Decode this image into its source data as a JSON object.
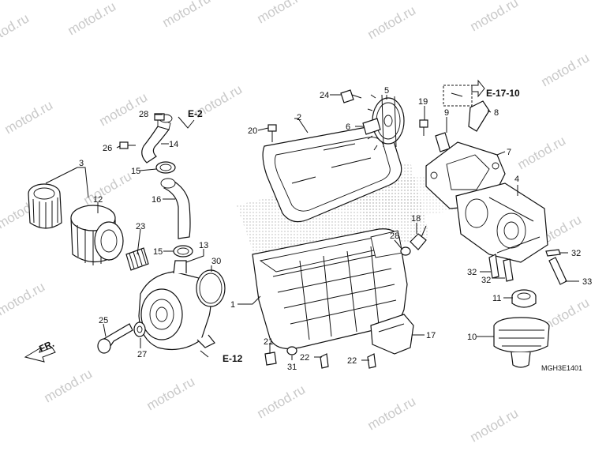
{
  "watermark": "motod.ru",
  "diagram_code": "MGH3E1401",
  "direction": "FR.",
  "refs": {
    "e2": "E-2",
    "e12": "E-12",
    "e1710": "E-17-10"
  },
  "callouts": {
    "c1": "1",
    "c2": "2",
    "c3": "3",
    "c4": "4",
    "c5": "5",
    "c6": "6",
    "c7": "7",
    "c8": "8",
    "c9": "9",
    "c10": "10",
    "c11": "11",
    "c12": "12",
    "c13": "13",
    "c14": "14",
    "c15a": "15",
    "c15b": "15",
    "c16": "16",
    "c17": "17",
    "c18": "18",
    "c19": "19",
    "c20": "20",
    "c21": "21",
    "c22a": "22",
    "c22b": "22",
    "c23": "23",
    "c24": "24",
    "c25": "25",
    "c26": "26",
    "c27": "27",
    "c28a": "28",
    "c28b": "28",
    "c30": "30",
    "c31": "31",
    "c32a": "32",
    "c32b": "32",
    "c32c": "32",
    "c33": "33"
  }
}
